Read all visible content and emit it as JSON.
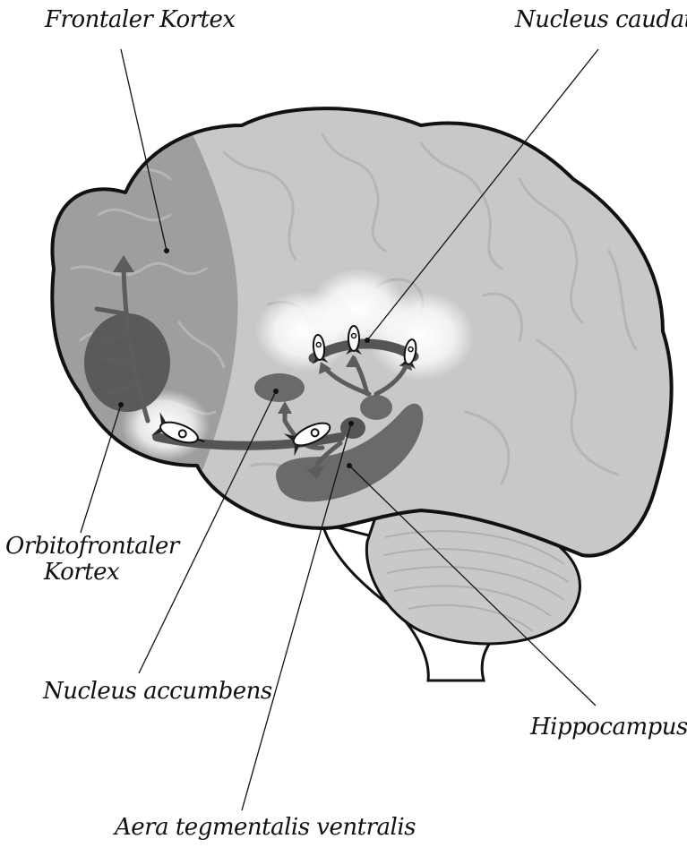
{
  "labels": {
    "frontal_cortex": "Frontaler Kortex",
    "nucleus_caudatus": "Nucleus caudatus",
    "orbitofrontal_line1": "Orbitofrontaler",
    "orbitofrontal_line2": "Kortex",
    "nucleus_accumbens": "Nucleus accumbens",
    "hippocampus": "Hippocampus",
    "vta": "Aera tegmentalis ventralis"
  },
  "colors": {
    "brain_fill": "#c8c8c8",
    "frontal_region": "#9e9e9e",
    "structures": "#6e6e6e",
    "dark_structure": "#5a5a5a",
    "outline": "#111111",
    "gyri": "#b3b3b3",
    "glow": "#ffffff"
  },
  "icons": [
    "rocket-icon",
    "burst-icon",
    "arrow-icon"
  ]
}
